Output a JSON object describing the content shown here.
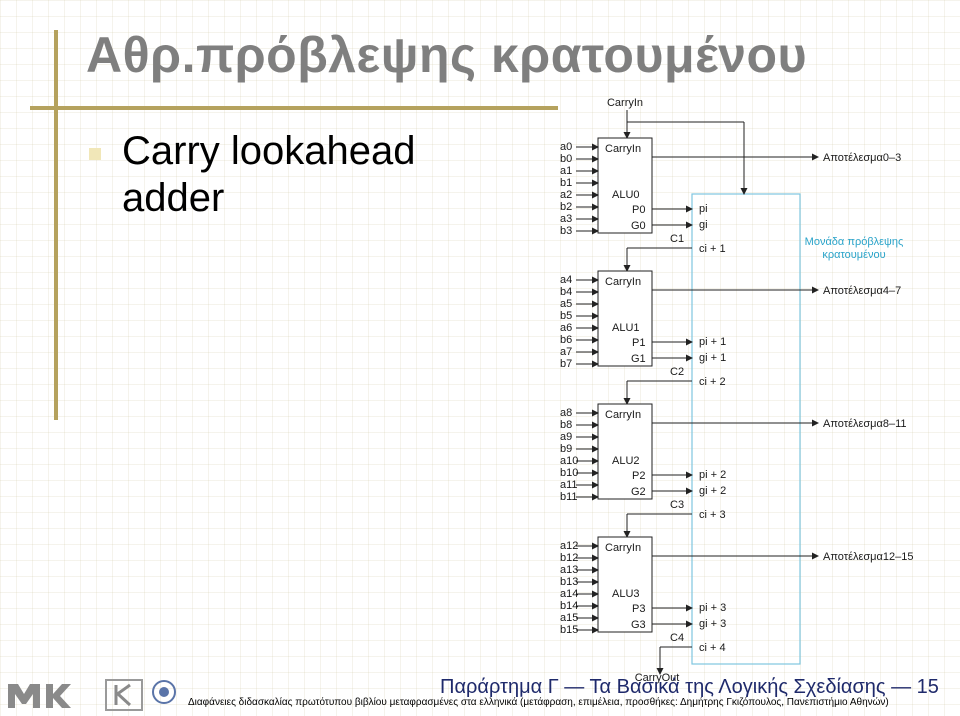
{
  "slide": {
    "title": "Αθρ.πρόβλεψης κρατουμένου",
    "bullet": "Carry lookahead adder"
  },
  "diagram": {
    "top_carry_in": "CarryIn",
    "carry_out": "CarryOut",
    "unit_label": [
      "Μονάδα πρόβλεψης",
      "κρατουμένου"
    ],
    "alus": [
      {
        "name": "ALU0",
        "carry_in": "CarryIn",
        "p": "P0",
        "g": "G0",
        "c": "C1",
        "inputs": [
          "a0",
          "b0",
          "a1",
          "b1",
          "a2",
          "b2",
          "a3",
          "b3"
        ],
        "pi": "pi",
        "gi": "gi",
        "ci": "ci + 1",
        "result": "Αποτέλεσμα0–3"
      },
      {
        "name": "ALU1",
        "carry_in": "CarryIn",
        "p": "P1",
        "g": "G1",
        "c": "C2",
        "inputs": [
          "a4",
          "b4",
          "a5",
          "b5",
          "a6",
          "b6",
          "a7",
          "b7"
        ],
        "pi": "pi + 1",
        "gi": "gi + 1",
        "ci": "ci + 2",
        "result": "Αποτέλεσμα4–7"
      },
      {
        "name": "ALU2",
        "carry_in": "CarryIn",
        "p": "P2",
        "g": "G2",
        "c": "C3",
        "inputs": [
          "a8",
          "b8",
          "a9",
          "b9",
          "a10",
          "b10",
          "a11",
          "b11"
        ],
        "pi": "pi + 2",
        "gi": "gi + 2",
        "ci": "ci + 3",
        "result": "Αποτέλεσμα8–11"
      },
      {
        "name": "ALU3",
        "carry_in": "CarryIn",
        "p": "P3",
        "g": "G3",
        "c": "C4",
        "inputs": [
          "a12",
          "b12",
          "a13",
          "b13",
          "a14",
          "b14",
          "a15",
          "b15"
        ],
        "pi": "pi + 3",
        "gi": "gi + 3",
        "ci": "ci + 4",
        "result": "Αποτέλεσμα12–15"
      }
    ]
  },
  "footer": {
    "title": "Παράρτημα Γ — Τα Βασικά της Λογικής Σχεδίασης — 15",
    "note": "Διαφάνειες διδασκαλίας πρωτότυπου βιβλίου μεταφρασμένες στα ελληνικά (μετάφραση, επιμέλεια, προσθήκες: Δημήτρης Γκιζόπουλος, Πανεπιστήμιο Αθηνών)"
  },
  "colors": {
    "title": "#7f7f7f",
    "accent": "#b5a25e",
    "unit_border": "#7fc6e0",
    "unit_label": "#29a3c9",
    "footer_title": "#1f2a6b"
  }
}
